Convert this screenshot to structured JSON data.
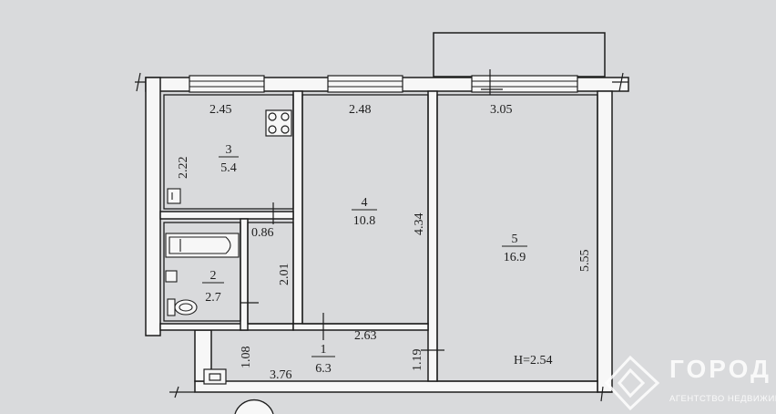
{
  "rooms": [
    {
      "number": "3",
      "area": "5.4"
    },
    {
      "number": "4",
      "area": "10.8"
    },
    {
      "number": "5",
      "area": "16.9"
    },
    {
      "number": "2",
      "area": "2.7"
    },
    {
      "number": "1",
      "area": "6.3"
    }
  ],
  "dimensions": {
    "kitchen_width": "2.45",
    "kitchen_depth": "2.22",
    "room4_width": "2.48",
    "room4_depth": "4.34",
    "room5_width": "3.05",
    "room5_depth": "5.55",
    "bath_door": "0.86",
    "hall_depth": "2.01",
    "hall_width": "2.63",
    "hall_side": "1.19",
    "entry_depth": "1.08",
    "entry_width": "3.76"
  },
  "ceiling_height": "H=2.54",
  "watermark": {
    "brand": "ГОРОД",
    "tagline": "АГЕНТСТВО НЕДВИЖИМОСТИ",
    "icon": "house-logo-icon"
  },
  "colors": {
    "background": "#d9dadc",
    "wall": "#f7f7f7",
    "line": "#1d1d1d"
  }
}
